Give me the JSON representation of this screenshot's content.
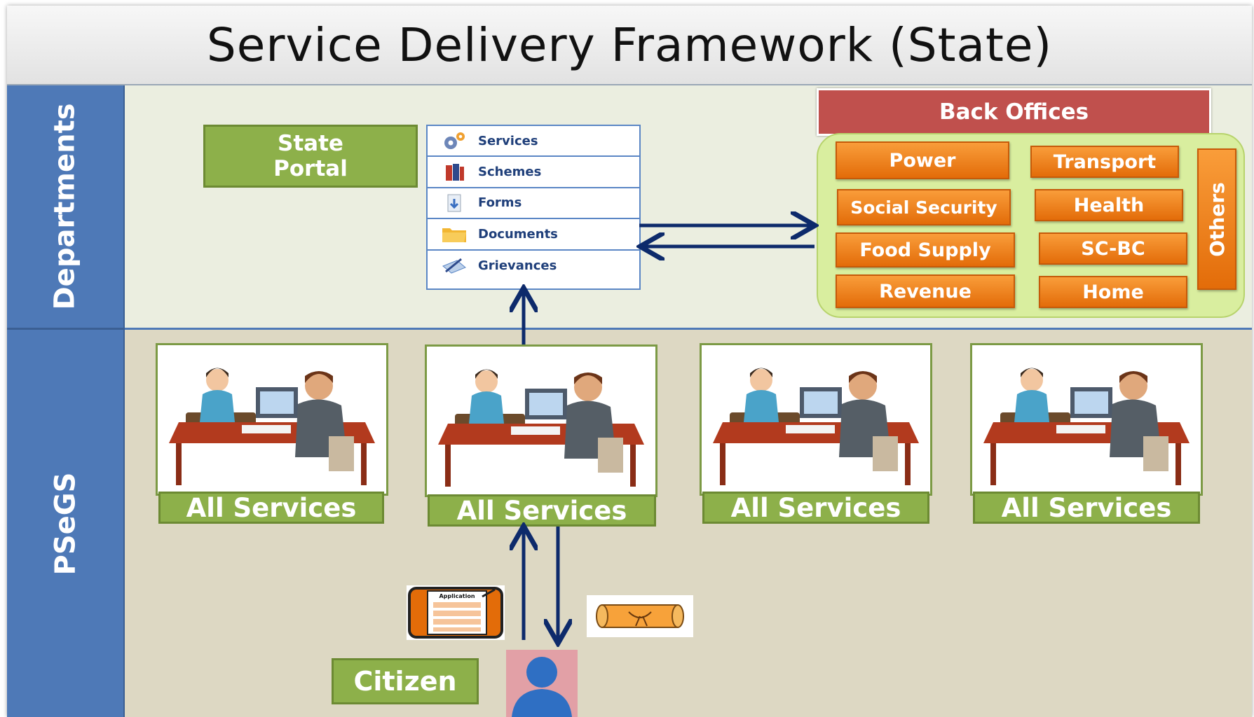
{
  "title": "Service Delivery Framework (State)",
  "lanes": {
    "top": "Departments",
    "bottom": "PSeGS"
  },
  "state_portal": {
    "line1": "State",
    "line2": "Portal"
  },
  "portal_menu": [
    {
      "label": "Services",
      "icon": "gears-icon"
    },
    {
      "label": "Schemes",
      "icon": "books-icon"
    },
    {
      "label": "Forms",
      "icon": "form-download-icon"
    },
    {
      "label": "Documents",
      "icon": "folder-icon"
    },
    {
      "label": "Grievances",
      "icon": "writing-icon"
    }
  ],
  "back_offices": {
    "header": "Back Offices",
    "departments": [
      "Power",
      "Transport",
      "Social Security",
      "Health",
      "Food Supply",
      "SC-BC",
      "Revenue",
      "Home"
    ],
    "others": "Others"
  },
  "service_centers": [
    "All Services",
    "All Services",
    "All Services",
    "All Services"
  ],
  "citizen": {
    "label": "Citizen",
    "application_label": "Application"
  },
  "colors": {
    "lane": "#4e79b7",
    "green": "#8db04a",
    "orange": "#e36c09",
    "red_header": "#c0504d",
    "arrow": "#0d2a6b"
  }
}
